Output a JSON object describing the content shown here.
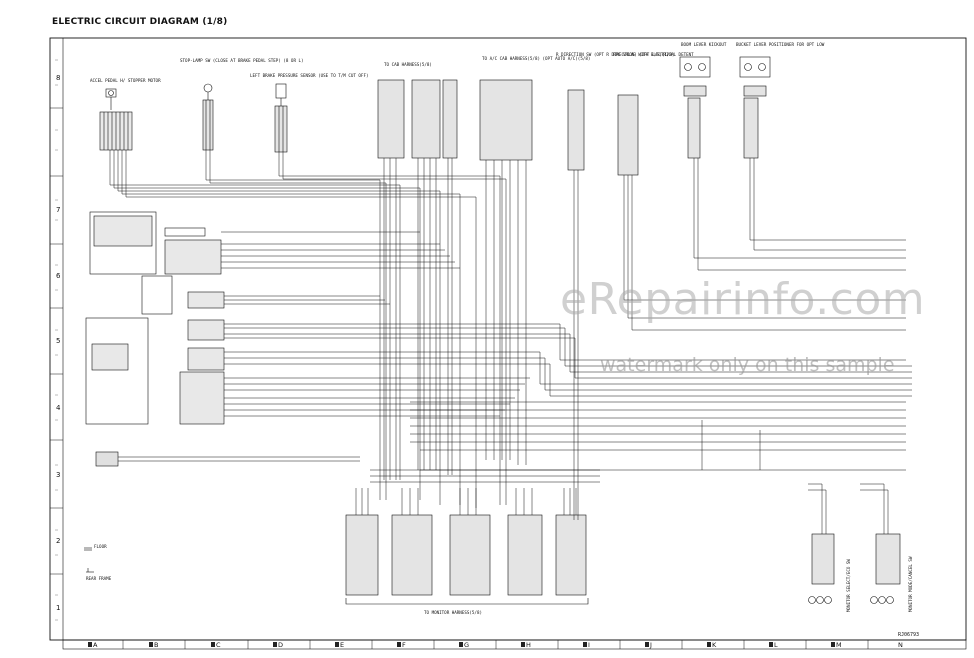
{
  "title": "ELECTRIC CIRCUIT DIAGRAM (1/8)",
  "row_labels": [
    "8",
    "7",
    "6",
    "5",
    "4",
    "3",
    "2",
    "1"
  ],
  "column_labels": [
    "A",
    "B",
    "C",
    "D",
    "E",
    "F",
    "G",
    "H",
    "I",
    "J",
    "K",
    "L",
    "M",
    "N"
  ],
  "components": {
    "accel_pedal": "ACCEL PEDAL H/ STOPPER MOTOR",
    "stop_lamp": "STOP-LAMP SW (CLOSE AT BRAKE PEDAL STEP) (8 OR L)",
    "left_brake": "LEFT BRAKE PRESSURE SENSOR (USE TO T/M CUT OFF)",
    "cab_harness_top": "TO CAB HARNESS(5/8)",
    "ac_cab_harness": "TO A/C CAB HARNESS(5/8) (OPT AUTO A/C)(5/8)",
    "r_direction": "R DIRECTION SW (OPT R DIRECTION) (OPT L/S)(1/8)",
    "ppc_valve": "PPC VALVE WITH ELECTRICAL DETENT",
    "boom_lever": "BOOM LEVER KICKOUT",
    "bucket_lever": "BUCKET LEVER POSITIONER FOR OPT LOW",
    "monitor_harness": "TO MONITOR HARNESS(5/8)",
    "floor": "FLOOR",
    "rear_frame": "REAR FRAME",
    "monitor_sw1": "MONITOR SELECT/ECO SW",
    "monitor_sw2": "MONITOR MODE/CANCEL SW"
  },
  "watermark": "eRepairinfo.com",
  "watermark_sub": "watermark only on this sample",
  "doc_id": "RJ06793"
}
